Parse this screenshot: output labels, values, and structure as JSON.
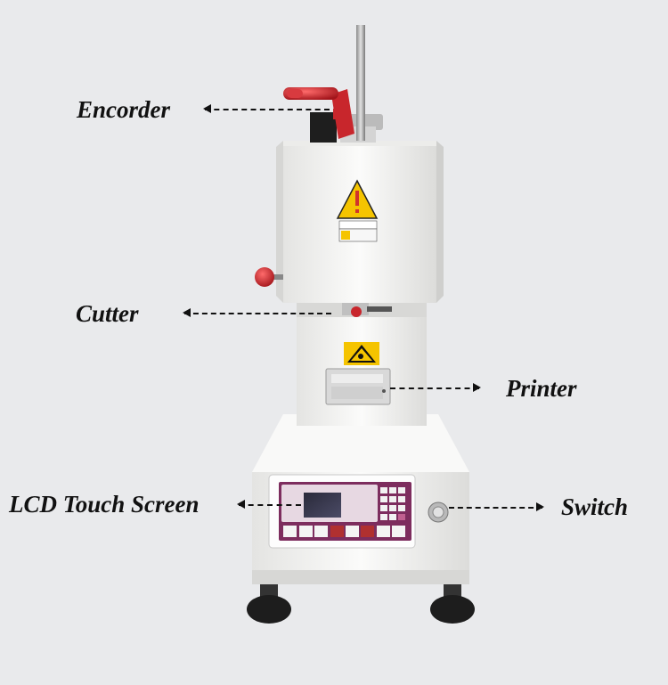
{
  "labels": {
    "encoder": "Encorder",
    "cutter": "Cutter",
    "printer": "Printer",
    "lcd": "LCD Touch Screen",
    "switch": "Switch"
  },
  "colors": {
    "background": "#e9eaec",
    "body": "#f6f6f5",
    "handle_red": "#c8262c",
    "panel_purple": "#7d2d5e",
    "warning_yellow": "#f5c400"
  },
  "icons": {
    "warning": "warning-triangle-icon",
    "hand_hazard": "hand-crush-warning-icon"
  }
}
